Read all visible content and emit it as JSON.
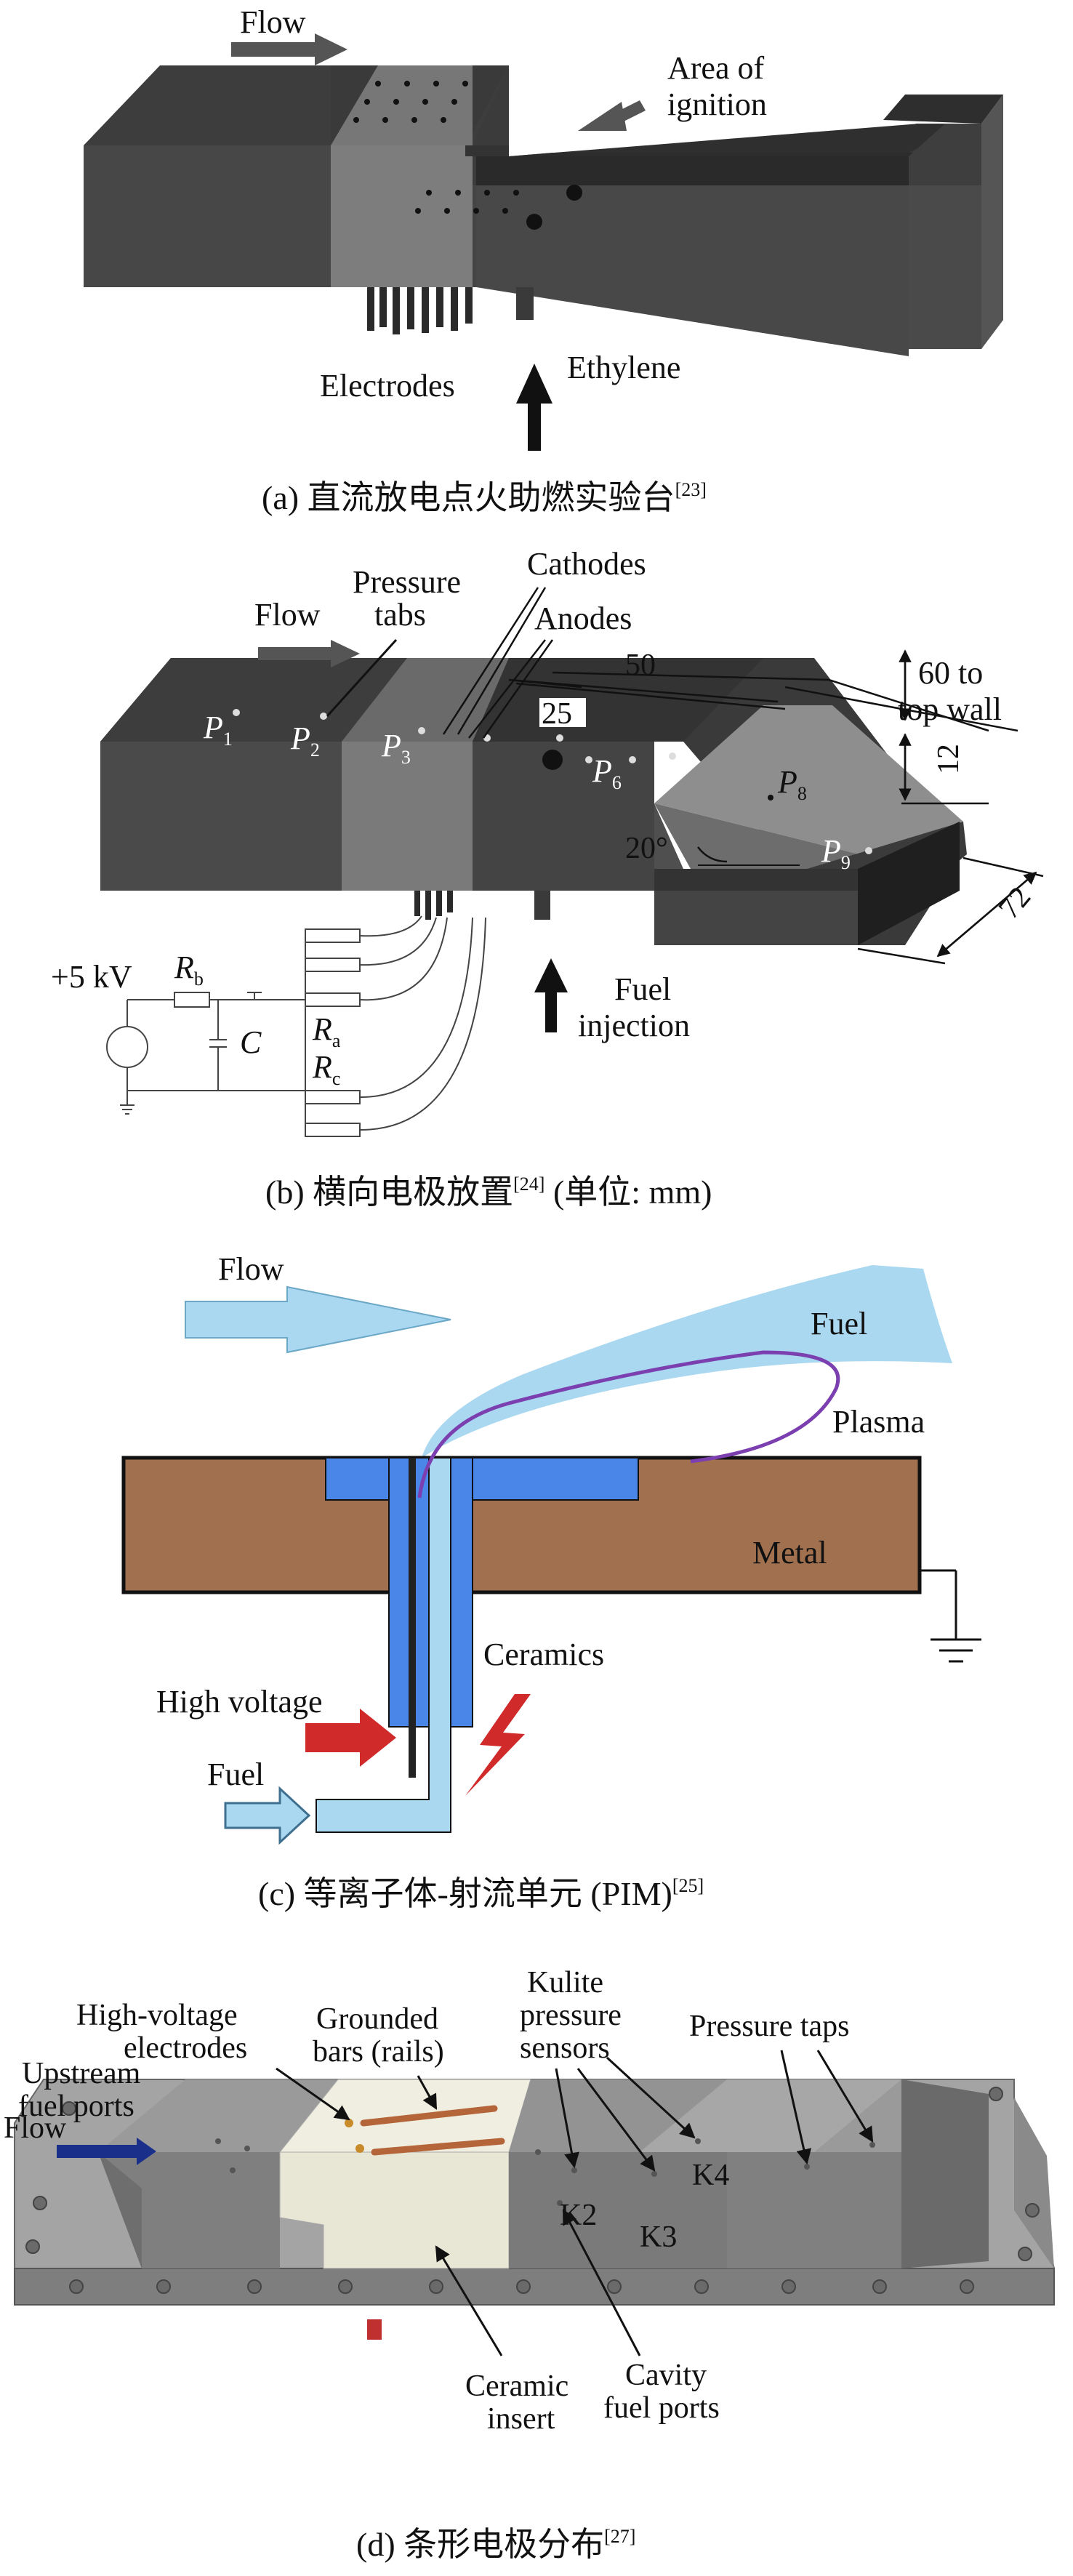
{
  "panel_a": {
    "flow": "Flow",
    "area_line1": "Area of",
    "area_line2": "ignition",
    "electrodes": "Electrodes",
    "ethylene": "Ethylene",
    "caption": "(a) 直流放电点火助燃实验台",
    "ref": "[23]"
  },
  "panel_b": {
    "flow": "Flow",
    "pressure_line1": "Pressure",
    "pressure_line2": "tabs",
    "cathodes": "Cathodes",
    "anodes": "Anodes",
    "dim_50": "50",
    "dim_25": "25",
    "dim_60_line1": "60 to",
    "dim_60_line2": "top wall",
    "dim_12": "12",
    "dim_72": "72",
    "angle": "20°",
    "p_letter": "P",
    "p1": "1",
    "p2": "2",
    "p3": "3",
    "p6": "6",
    "p8": "8",
    "p9": "9",
    "voltage": "+5 kV",
    "r_letter": "R",
    "rb_sub": "b",
    "ra_sub": "a",
    "rc_sub": "c",
    "cap_c": "C",
    "fuel_line1": "Fuel",
    "fuel_line2": "injection",
    "caption": "(b) 横向电极放置",
    "ref": "[24]",
    "caption_tail": " (单位: mm)"
  },
  "panel_c": {
    "flow": "Flow",
    "fuel_top": "Fuel",
    "plasma": "Plasma",
    "metal": "Metal",
    "ceramics": "Ceramics",
    "high_voltage": "High voltage",
    "fuel_bottom": "Fuel",
    "caption": "(c) 等离子体-射流单元 (PIM)",
    "ref": "[25]"
  },
  "panel_d": {
    "high_voltage_line1": "High-voltage",
    "high_voltage_line2": "electrodes",
    "grounded_line1": "Grounded",
    "grounded_line2": "bars (rails)",
    "kulite_line1": "Kulite",
    "kulite_line2": "pressure",
    "kulite_line3": "sensors",
    "pressure_taps": "Pressure taps",
    "upstream_line1": "Upstream",
    "upstream_line2": "fuel ports",
    "flow": "Flow",
    "k2": "K2",
    "k3": "K3",
    "k4": "K4",
    "ceramic_line1": "Ceramic",
    "ceramic_line2": "insert",
    "cavity_line1": "Cavity",
    "cavity_line2": "fuel ports",
    "caption": "(d) 条形电极分布",
    "ref": "[27]"
  },
  "colors": {
    "dark_block": "#3a3a3a",
    "mid_block": "#6b6b6b",
    "fuel_blue": "#a9d8f0",
    "ceramic_blue": "#4a86e8",
    "metal_brown": "#a0704f",
    "plasma_purple": "#7b3fb0",
    "arrow_red": "#d02a2a",
    "model_gray": "#8c8c8c",
    "ceramic_insert": "#efeee0",
    "rail_copper": "#b5653a",
    "flow_navy": "#1a2f8a"
  }
}
